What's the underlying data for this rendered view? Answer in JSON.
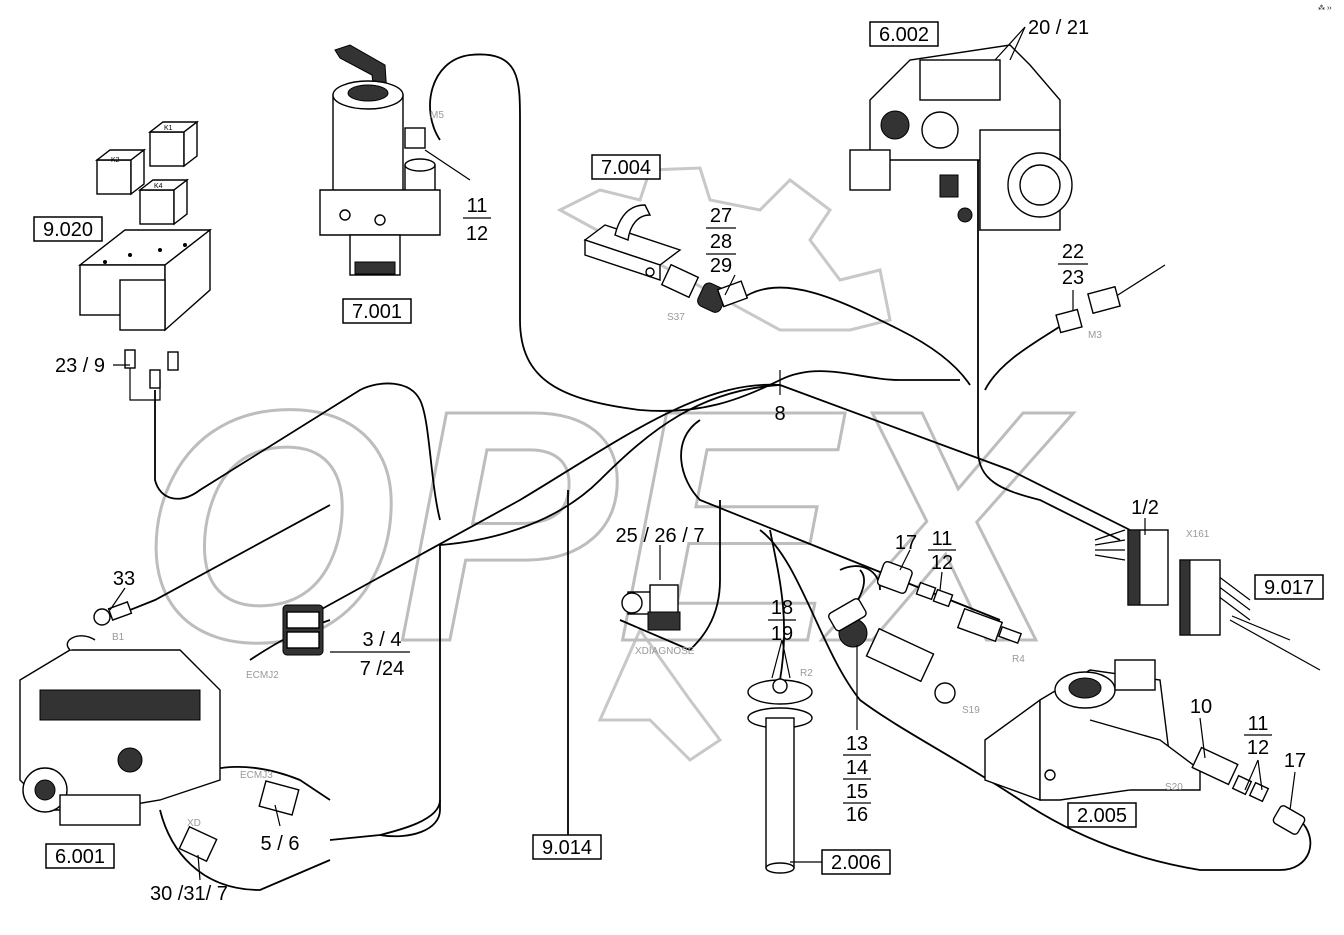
{
  "watermark": "OPEX",
  "corner_mark": "⁂ ››",
  "ref_boxes": [
    "6.002",
    "7.004",
    "7.001",
    "9.020",
    "9.017",
    "6.001",
    "9.014",
    "2.006",
    "2.005"
  ],
  "callouts": {
    "c20_21": "20 / 21",
    "c11a": "11",
    "c12a": "12",
    "c27": "27",
    "c28": "28",
    "c29": "29",
    "c22": "22",
    "c23": "23",
    "c23_9": "23 / 9",
    "c8": "8",
    "c1_2": "1/2",
    "c25_26_7": "25 / 26 / 7",
    "c17a": "17",
    "c11b": "11",
    "c12b": "12",
    "c33": "33",
    "c3_4": "3 / 4",
    "c7_24": "7 /24",
    "c18": "18",
    "c19": "19",
    "c13": "13",
    "c14": "14",
    "c15": "15",
    "c16": "16",
    "c10": "10",
    "c11c": "11",
    "c12c": "12",
    "c17b": "17",
    "c5_6": "5 / 6",
    "c30_31_7": "30 /31/  7"
  },
  "connector_tags": {
    "s37": "S37",
    "m3": "M3",
    "x161": "X161",
    "xdiagnose": "XDIAGNOSE",
    "r2": "R2",
    "r4": "R4",
    "s19": "S19",
    "s20": "S20",
    "b1": "B1",
    "ecmj2": "ECMJ2",
    "ecmj3": "ECMJ3",
    "xd": "XD",
    "k1": "K1",
    "k2": "K2",
    "k4": "K4",
    "m5": "M5"
  }
}
